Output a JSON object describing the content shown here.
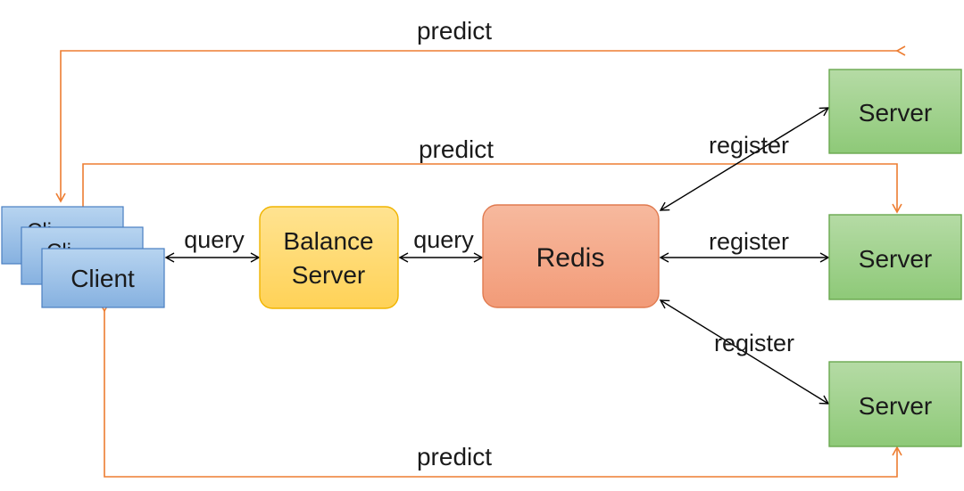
{
  "nodes": {
    "client_back_partial": "Cli",
    "client_mid_partial": "Cli",
    "client": "Client",
    "balance_line1": "Balance",
    "balance_line2": "Server",
    "redis": "Redis",
    "server_top": "Server",
    "server_mid": "Server",
    "server_bottom": "Server"
  },
  "edge_labels": {
    "predict_top": "predict",
    "predict_mid": "predict",
    "predict_bottom": "predict",
    "query_client_balance": "query",
    "query_balance_redis": "query",
    "register_top": "register",
    "register_mid": "register",
    "register_bottom": "register"
  },
  "colors": {
    "client_fill": "#9cc3e6",
    "client_stroke": "#4a7fc1",
    "balance_fill": "#ffd966",
    "balance_stroke": "#f0b400",
    "redis_fill": "#f4a98a",
    "redis_stroke": "#e07a4f",
    "server_fill": "#9fd18b",
    "server_stroke": "#6aa84f",
    "predict_arrow": "#ed7d31",
    "black_arrow": "#000000"
  }
}
